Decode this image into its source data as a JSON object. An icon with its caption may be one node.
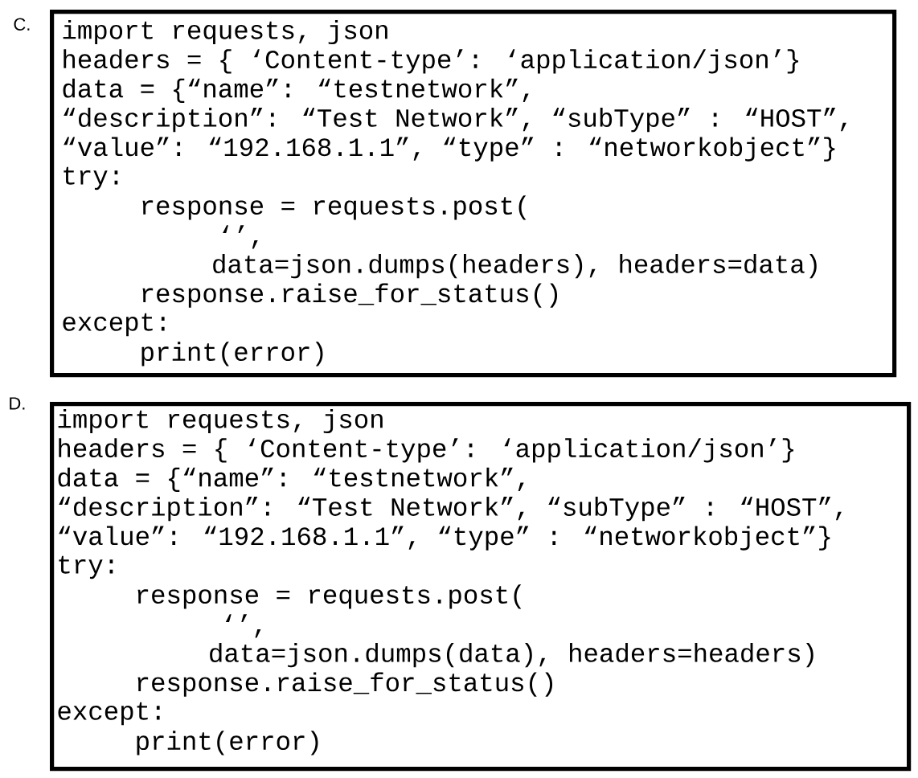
{
  "diagram": {
    "nodes": [
      {
        "text": [
          "import requests, json",
          "headers = { ‘Content-type’: ‘application/json’}",
          "data = {“name”: “testnetwork”,",
          "“description”: “Test Network”, “subType” : “HOST”,",
          "“value”: “192.168.1.1”, “type” : “networkobject”}",
          "try:",
          "response = requests.post(",
          "‘’,",
          "data=json.dumps(headers), headers=data)",
          "response.raise_for_status()",
          "except:",
          "print(error)"
        ],
        "beside": [
          "C."
        ]
      },
      {
        "text": [
          "import requests, json",
          "headers = { ‘Content-type’: ‘application/json’}",
          "data = {“name”: “testnetwork”,",
          "“description”: “Test Network”, “subType” : “HOST”,",
          "“value”: “192.168.1.1”, “type” : “networkobject”}",
          "try:",
          "response = requests.post(",
          "‘’,",
          "data=json.dumps(data), headers=headers)",
          "response.raise_for_status()",
          "except:",
          "print(error)"
        ],
        "beside": [
          "D."
        ]
      }
    ]
  }
}
